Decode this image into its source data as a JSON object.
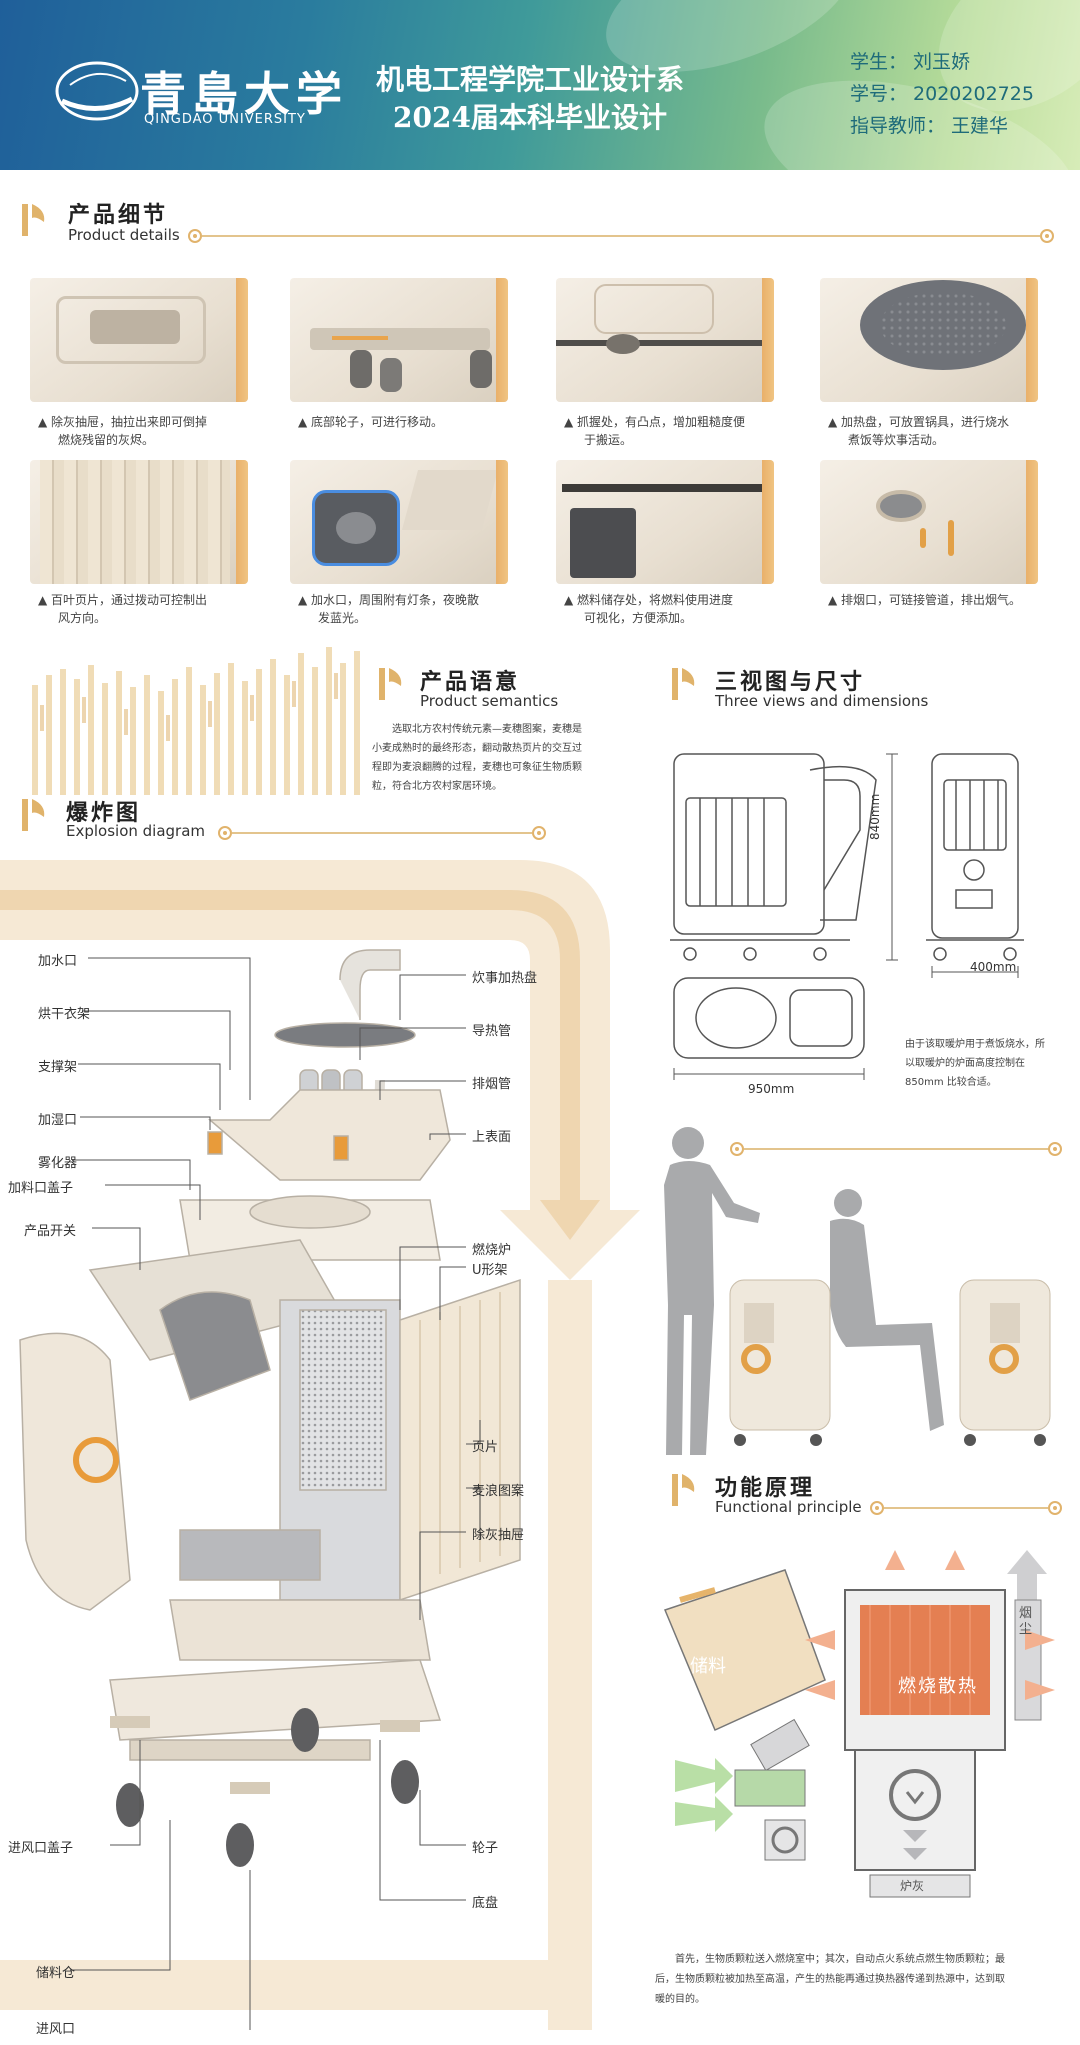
{
  "header": {
    "university_cn": "青島大学",
    "university_en": "QINGDAO UNIVERSITY",
    "dept_line": "机电工程学院工业设计系",
    "project_line": "2024届本科毕业设计",
    "student": "学生：  刘玉娇",
    "student_id": "学号：  2020202725",
    "advisor": "指导教师：  王建华",
    "colors": {
      "blue": "#1f5f9a",
      "green": "#b9dd9a",
      "gold": "#e1b36c"
    }
  },
  "sections": {
    "details": {
      "cn": "产品细节",
      "en": "Product details"
    },
    "semantics": {
      "cn": "产品语意",
      "en": "Product semantics"
    },
    "views": {
      "cn": "三视图与尺寸",
      "en": "Three views and dimensions"
    },
    "explosion": {
      "cn": "爆炸图",
      "en": "Explosion diagram"
    },
    "principle": {
      "cn": "功能原理",
      "en": "Functional principle"
    }
  },
  "details": [
    {
      "line1": "▲  除灰抽屉，抽拉出来即可倒掉",
      "line2": "燃烧残留的灰烬。"
    },
    {
      "line1": "▲  底部轮子，可进行移动。",
      "line2": ""
    },
    {
      "line1": "▲  抓握处，有凸点，增加粗糙度便",
      "line2": "于搬运。"
    },
    {
      "line1": "▲  加热盘，可放置锅具，进行烧水",
      "line2": "煮饭等炊事活动。"
    },
    {
      "line1": "▲  百叶页片，通过拨动可控制出",
      "line2": "风方向。"
    },
    {
      "line1": "▲  加水口，周围附有灯条，夜晚散",
      "line2": "发蓝光。"
    },
    {
      "line1": "▲  燃料储存处，将燃料使用进度",
      "line2": "可视化，方便添加。"
    },
    {
      "line1": "▲  排烟口，可链接管道，排出烟气。",
      "line2": ""
    }
  ],
  "semantics": {
    "l1": "选取北方农村传统元素—麦穗图案，麦穗是",
    "l2": "小麦成熟时的最终形态，翻动散热页片的交互过",
    "l3": "程即为麦浪翻腾的过程，麦穗也可象征生物质颗",
    "l4": "粒，符合北方农村家居环境。"
  },
  "explosion": {
    "left": [
      "加水口",
      "烘干衣架",
      "支撑架",
      "加湿口",
      "雾化器",
      "加料口盖子",
      "产品开关",
      "进风口盖子",
      "储料仓",
      "进风口"
    ],
    "right": [
      "炊事加热盘",
      "导热管",
      "排烟管",
      "上表面",
      "燃烧炉",
      "U形架",
      "页片",
      "麦浪图案",
      "除灰抽屉",
      "轮子",
      "底盘"
    ]
  },
  "views": {
    "height": "840mm",
    "depth": "400mm",
    "width": "950mm",
    "n1": "由于该取暖炉用于煮饭烧水，所",
    "n2": "以取暖炉的炉面高度控制在",
    "n3": "850mm 比较合适。"
  },
  "principle": {
    "storage": "储料",
    "burn": "燃烧散热",
    "smoke": "烟尘",
    "ash": "炉灰",
    "t1": "首先，生物质颗粒送入燃烧室中；其次，自动点火系统点燃生物质颗粒；最",
    "t2": "后，生物质颗粒被加热至高温，产生的热能再通过换热器传递到热源中，达到取",
    "t3": "暖的目的。"
  }
}
